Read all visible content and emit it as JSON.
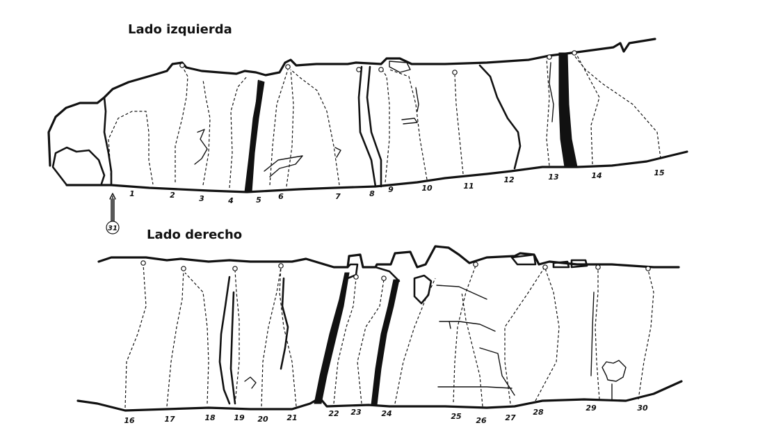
{
  "titles": {
    "left": "Lado izquierda",
    "right": "Lado derecho"
  },
  "left_route_numbers": [
    "1",
    "2",
    "3",
    "4",
    "5",
    "6",
    "7",
    "8",
    "9",
    "10",
    "11",
    "12",
    "13",
    "14",
    "15"
  ],
  "right_route_numbers": [
    "16",
    "17",
    "18",
    "19",
    "20",
    "21",
    "22",
    "23",
    "24",
    "25",
    "26",
    "27",
    "28",
    "29",
    "30"
  ],
  "marker": {
    "label": "31"
  }
}
